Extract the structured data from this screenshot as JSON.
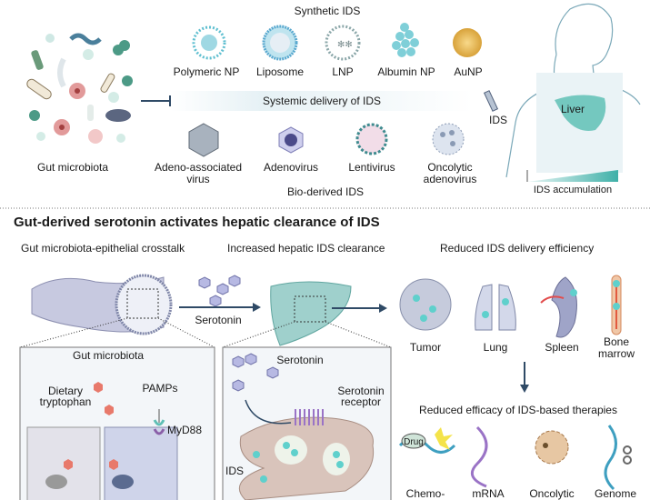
{
  "top": {
    "synthetic_title": "Synthetic IDS",
    "synthetic": [
      "Polymeric NP",
      "Liposome",
      "LNP",
      "Albumin NP",
      "AuNP"
    ],
    "systemic": "Systemic delivery of IDS",
    "bio": [
      [
        "Adeno-associated",
        "virus"
      ],
      [
        "Adenovirus"
      ],
      [
        "Lentivirus"
      ],
      [
        "Oncolytic",
        "adenovirus"
      ]
    ],
    "bio_title": "Bio-derived IDS",
    "gut": "Gut microbiota",
    "ids": "IDS",
    "liver": "Liver",
    "accumulation": "IDS accumulation"
  },
  "bottom": {
    "title": "Gut-derived serotonin activates hepatic clearance of IDS",
    "sub1": "Gut microbiota-epithelial crosstalk",
    "sub2": "Increased hepatic IDS clearance",
    "sub3": "Reduced IDS delivery efficiency",
    "serotonin": "Serotonin",
    "organs": [
      [
        "Tumor"
      ],
      [
        "Lung"
      ],
      [
        "Spleen"
      ],
      [
        "Bone",
        "marrow"
      ]
    ],
    "efficacy": "Reduced efficacy of IDS-based therapies",
    "therapies": [
      "Chemo-",
      "mRNA",
      "Oncolytic",
      "Genome"
    ],
    "drug": "Drug",
    "box1": {
      "microbiota": "Gut microbiota",
      "dietary": "Dietary",
      "tryptophan": "tryptophan",
      "pamps": "PAMPs",
      "myd88": "MyD88"
    },
    "box2": {
      "serotonin": "Serotonin",
      "receptor1": "Serotonin",
      "receptor2": "receptor",
      "ids": "IDS"
    }
  },
  "colors": {
    "teal": "#5fbfc0",
    "accent": "#2f4a66",
    "lavender": "#c9cbe6",
    "liver": "#9fd0cc",
    "salmon": "#e8796b",
    "cell": "#d9c4bb"
  }
}
